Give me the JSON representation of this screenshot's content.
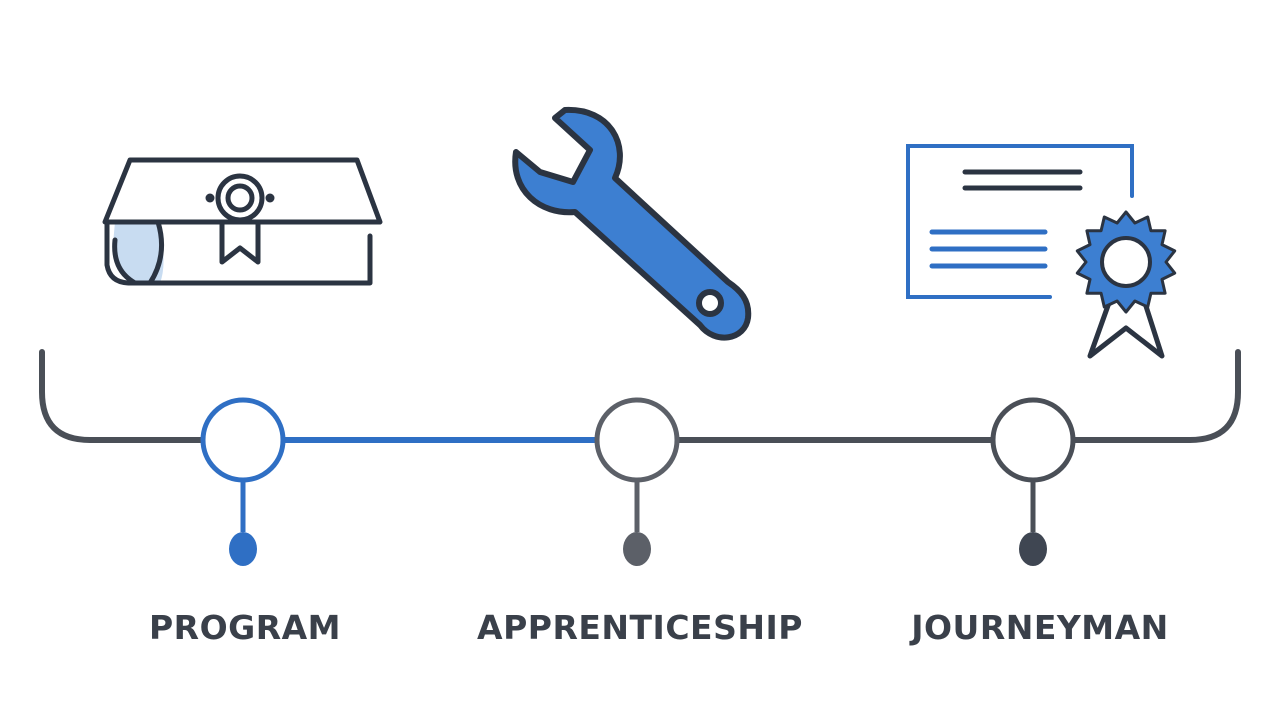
{
  "steps": [
    {
      "label": "PROGRAM",
      "icon": "graduation-folder-icon",
      "active": true
    },
    {
      "label": "APPRENTICESHIP",
      "icon": "wrench-icon",
      "active": false
    },
    {
      "label": "JOURNEYMAN",
      "icon": "certificate-icon",
      "active": false
    }
  ],
  "colors": {
    "accent": "#2f6fc4",
    "accent_light": "#c8dcf1",
    "dark": "#2b3442",
    "line": "#4a4f57",
    "gray": "#5c6068"
  }
}
